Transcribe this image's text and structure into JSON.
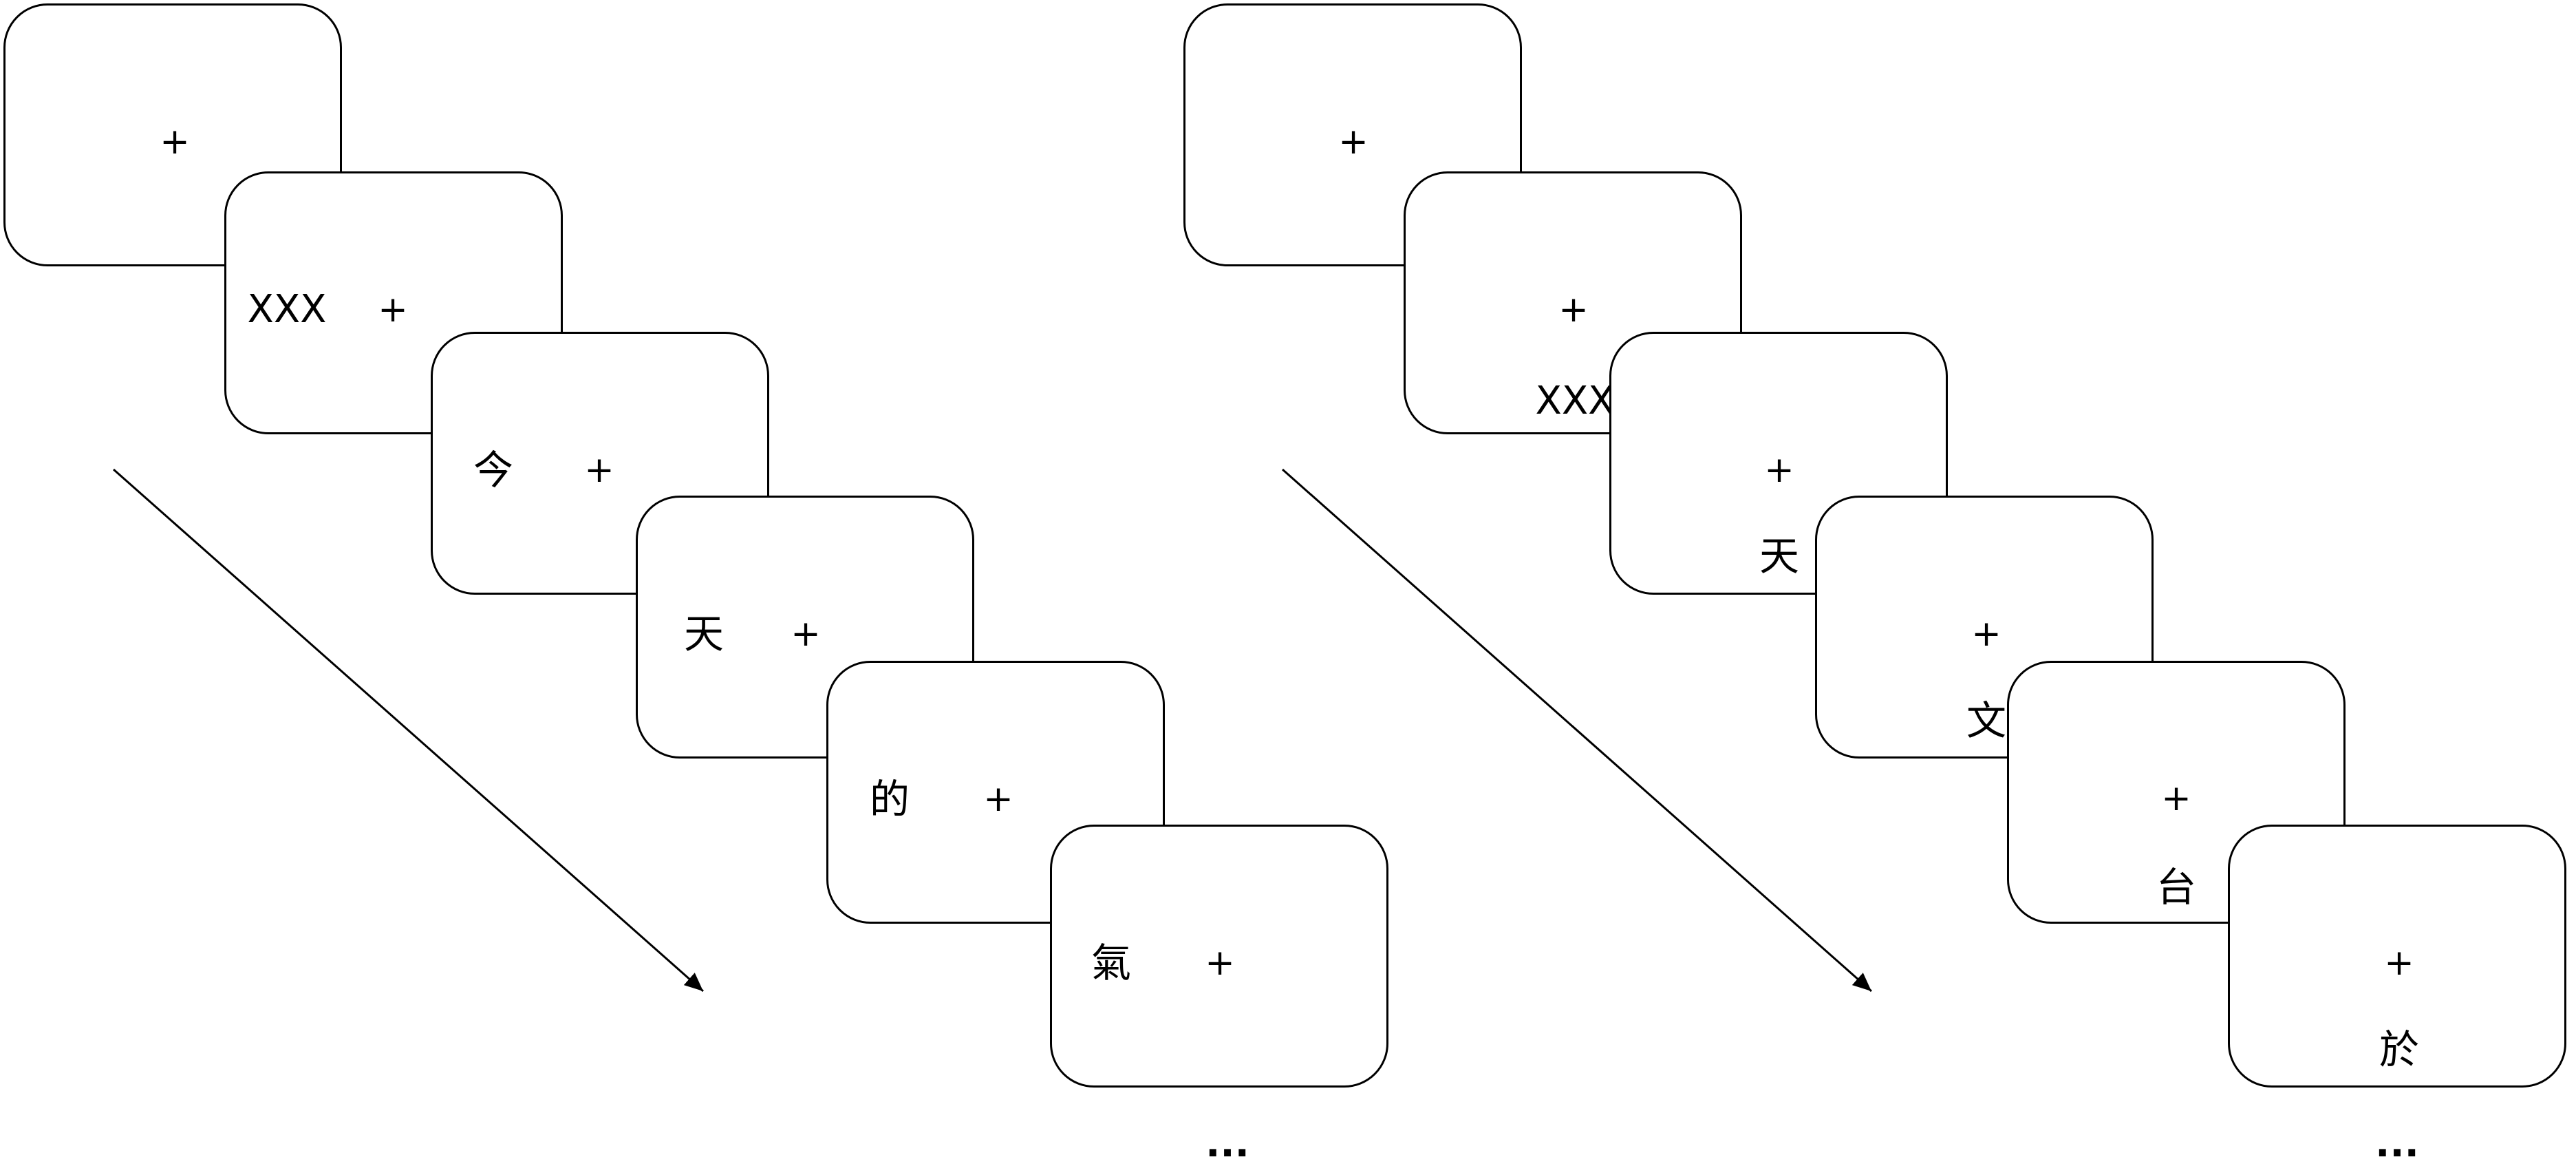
{
  "colors": {
    "stroke": "#000000",
    "background": "#ffffff"
  },
  "panels": [
    {
      "frames": [
        {
          "fixation": "+",
          "word": ""
        },
        {
          "fixation": "+",
          "word": "XXX"
        },
        {
          "fixation": "+",
          "word": "今"
        },
        {
          "fixation": "+",
          "word": "天"
        },
        {
          "fixation": "+",
          "word": "的"
        },
        {
          "fixation": "+",
          "word": "氣"
        }
      ],
      "ellipsis": "..."
    },
    {
      "frames": [
        {
          "fixation": "+",
          "word": ""
        },
        {
          "fixation": "+",
          "word": "XXX"
        },
        {
          "fixation": "+",
          "word": "天"
        },
        {
          "fixation": "+",
          "word": "文"
        },
        {
          "fixation": "+",
          "word": "台"
        },
        {
          "fixation": "+",
          "word": "於"
        }
      ],
      "ellipsis": "..."
    }
  ]
}
